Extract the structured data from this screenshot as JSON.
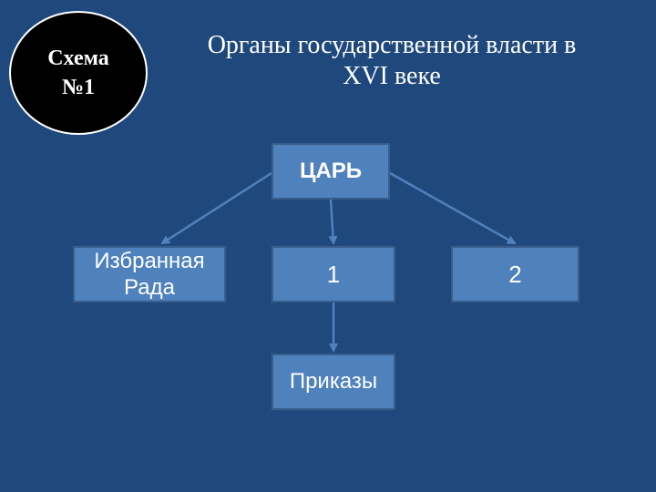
{
  "badge": {
    "line1": "Схема",
    "line2": "№1"
  },
  "title": {
    "line1": "Органы государственной власти в",
    "line2": "XVI веке"
  },
  "nodes": {
    "tsar": "ЦАРЬ",
    "rada": {
      "line1": "Избранная",
      "line2": "Рада"
    },
    "one": "1",
    "two": "2",
    "prikazy": "Приказы"
  },
  "colors": {
    "background": "#1f497d",
    "box_fill": "#4f81bd",
    "box_border": "#385d8a",
    "arrow": "#4f81bd",
    "text": "#ffffff",
    "badge": "#000000"
  }
}
